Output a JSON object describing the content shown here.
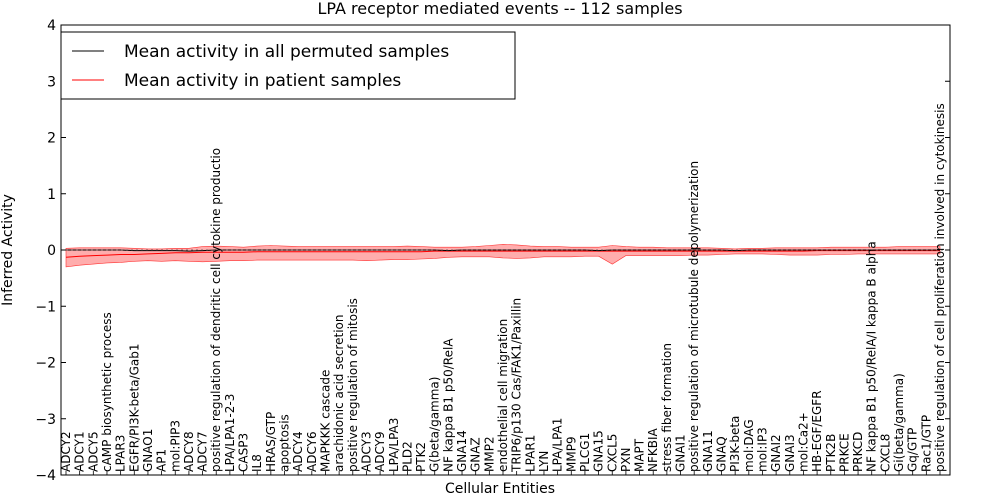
{
  "chart_data": {
    "type": "line",
    "title": "LPA receptor mediated events -- 112 samples",
    "xlabel": "Cellular Entities",
    "ylabel": "Inferred Activity",
    "ylim": [
      -4,
      4
    ],
    "yticks": [
      -4,
      -3,
      -2,
      -1,
      0,
      1,
      2,
      3,
      4
    ],
    "ytick_labels": [
      "−4",
      "−3",
      "−2",
      "−1",
      "0",
      "1",
      "2",
      "3",
      "4"
    ],
    "grid": false,
    "legend": {
      "placement": "top-left",
      "entries": [
        {
          "label": "Mean activity in all permuted samples",
          "color": "#000000"
        },
        {
          "label": "Mean activity in patient samples",
          "color": "#ff0000"
        }
      ]
    },
    "categories": [
      "ADCY2",
      "ADCY1",
      "ADCY5",
      "cAMP biosynthetic process",
      "LPAR3",
      "EGFR/PI3K-beta/Gab1",
      "GNAO1",
      "AP1",
      "mol:PIP3",
      "ADCY8",
      "ADCY7",
      "positive regulation of dendritic cell cytokine productio",
      "LPA/LPA1-2-3",
      "CASP3",
      "IL8",
      "HRAS/GTP",
      "apoptosis",
      "ADCY4",
      "ADCY6",
      "MAPKKK cascade",
      "arachidonic acid secretion",
      "positive regulation of mitosis",
      "ADCY3",
      "ADCY9",
      "LPA/LPA3",
      "PLD2",
      "PTK2",
      "G(beta/gamma)",
      "NF kappa B1 p50/RelA",
      "GNA14",
      "GNAZ",
      "MMP2",
      "endothelial cell migration",
      "TRIP6/p130 Cas/FAK1/Paxillin",
      "LPAR1",
      "LYN",
      "LPA/LPA1",
      "MMP9",
      "PLCG1",
      "GNA15",
      "CXCL5",
      "PXN",
      "MAPT",
      "NFKBIA",
      "stress fiber formation",
      "GNAI1",
      "positive regulation of microtubule depolymerization",
      "GNA11",
      "GNAQ",
      "PI3K-beta",
      "mol:DAG",
      "mol:IP3",
      "GNAI2",
      "GNAI3",
      "mol:Ca2+",
      "HB-EGF/EGFR",
      "PTK2B",
      "PRKCE",
      "PRKCD",
      "NF kappa B1 p50/RelA/I kappa B alpha",
      "CXCL8",
      "Gi(beta/gamma)",
      "Gq/GTP",
      "Rac1/GTP",
      "positive regulation of cell proliferation involved in cytokinesis"
    ],
    "series": [
      {
        "name": "Mean activity in patient samples",
        "color": "#ff0000",
        "values": [
          -0.13,
          -0.11,
          -0.1,
          -0.09,
          -0.08,
          -0.08,
          -0.07,
          -0.06,
          -0.05,
          -0.05,
          -0.04,
          -0.04,
          -0.04,
          -0.04,
          -0.03,
          -0.03,
          -0.03,
          -0.03,
          -0.03,
          -0.03,
          -0.03,
          -0.03,
          -0.03,
          -0.03,
          -0.03,
          -0.03,
          -0.03,
          -0.02,
          -0.02,
          -0.02,
          -0.02,
          -0.02,
          -0.02,
          -0.02,
          -0.02,
          -0.02,
          -0.02,
          -0.02,
          -0.02,
          -0.02,
          -0.02,
          -0.02,
          -0.02,
          -0.02,
          -0.02,
          -0.02,
          -0.02,
          -0.02,
          -0.02,
          -0.02,
          -0.02,
          -0.02,
          -0.02,
          -0.02,
          -0.02,
          -0.01,
          -0.01,
          -0.01,
          -0.01,
          -0.01,
          -0.01,
          -0.01,
          -0.01,
          -0.01,
          -0.01
        ]
      },
      {
        "name": "Mean activity in all permuted samples",
        "color": "#000000",
        "values": [
          0.0,
          0.0,
          0.0,
          0.0,
          0.0,
          -0.01,
          -0.01,
          -0.01,
          -0.01,
          -0.02,
          -0.01,
          0.0,
          0.0,
          0.0,
          0.0,
          0.0,
          0.0,
          0.0,
          0.0,
          0.0,
          0.0,
          0.0,
          0.0,
          0.0,
          0.0,
          0.0,
          0.0,
          0.0,
          -0.01,
          0.0,
          0.0,
          0.0,
          0.0,
          0.0,
          0.0,
          0.0,
          0.0,
          0.0,
          0.0,
          -0.01,
          0.0,
          0.0,
          0.0,
          0.0,
          0.0,
          0.0,
          0.0,
          0.0,
          0.0,
          -0.01,
          0.0,
          0.0,
          0.0,
          0.0,
          0.0,
          0.0,
          0.0,
          0.0,
          0.0,
          0.0,
          0.0,
          0.0,
          0.0,
          0.0,
          0.0
        ]
      }
    ],
    "band": {
      "name": "patient samples spread",
      "color": "#ff9999",
      "upper": [
        0.03,
        0.04,
        0.04,
        0.04,
        0.04,
        0.03,
        0.02,
        0.02,
        0.03,
        0.03,
        0.06,
        0.07,
        0.06,
        0.05,
        0.07,
        0.08,
        0.07,
        0.06,
        0.06,
        0.06,
        0.06,
        0.06,
        0.06,
        0.06,
        0.06,
        0.07,
        0.06,
        0.05,
        0.05,
        0.05,
        0.06,
        0.08,
        0.1,
        0.09,
        0.07,
        0.06,
        0.06,
        0.05,
        0.05,
        0.05,
        0.08,
        0.06,
        0.05,
        0.05,
        0.04,
        0.04,
        0.04,
        0.04,
        0.03,
        0.02,
        0.03,
        0.03,
        0.04,
        0.04,
        0.04,
        0.04,
        0.05,
        0.05,
        0.05,
        0.05,
        0.05,
        0.06,
        0.06,
        0.06,
        0.06
      ],
      "lower": [
        -0.3,
        -0.27,
        -0.25,
        -0.23,
        -0.22,
        -0.2,
        -0.19,
        -0.2,
        -0.19,
        -0.2,
        -0.21,
        -0.2,
        -0.19,
        -0.19,
        -0.18,
        -0.18,
        -0.18,
        -0.18,
        -0.18,
        -0.18,
        -0.18,
        -0.18,
        -0.19,
        -0.18,
        -0.17,
        -0.17,
        -0.16,
        -0.15,
        -0.13,
        -0.12,
        -0.12,
        -0.12,
        -0.14,
        -0.15,
        -0.14,
        -0.12,
        -0.12,
        -0.12,
        -0.11,
        -0.11,
        -0.25,
        -0.1,
        -0.1,
        -0.1,
        -0.1,
        -0.1,
        -0.09,
        -0.09,
        -0.08,
        -0.07,
        -0.07,
        -0.07,
        -0.08,
        -0.09,
        -0.09,
        -0.09,
        -0.08,
        -0.08,
        -0.07,
        -0.07,
        -0.07,
        -0.07,
        -0.07,
        -0.07,
        -0.07
      ]
    }
  }
}
